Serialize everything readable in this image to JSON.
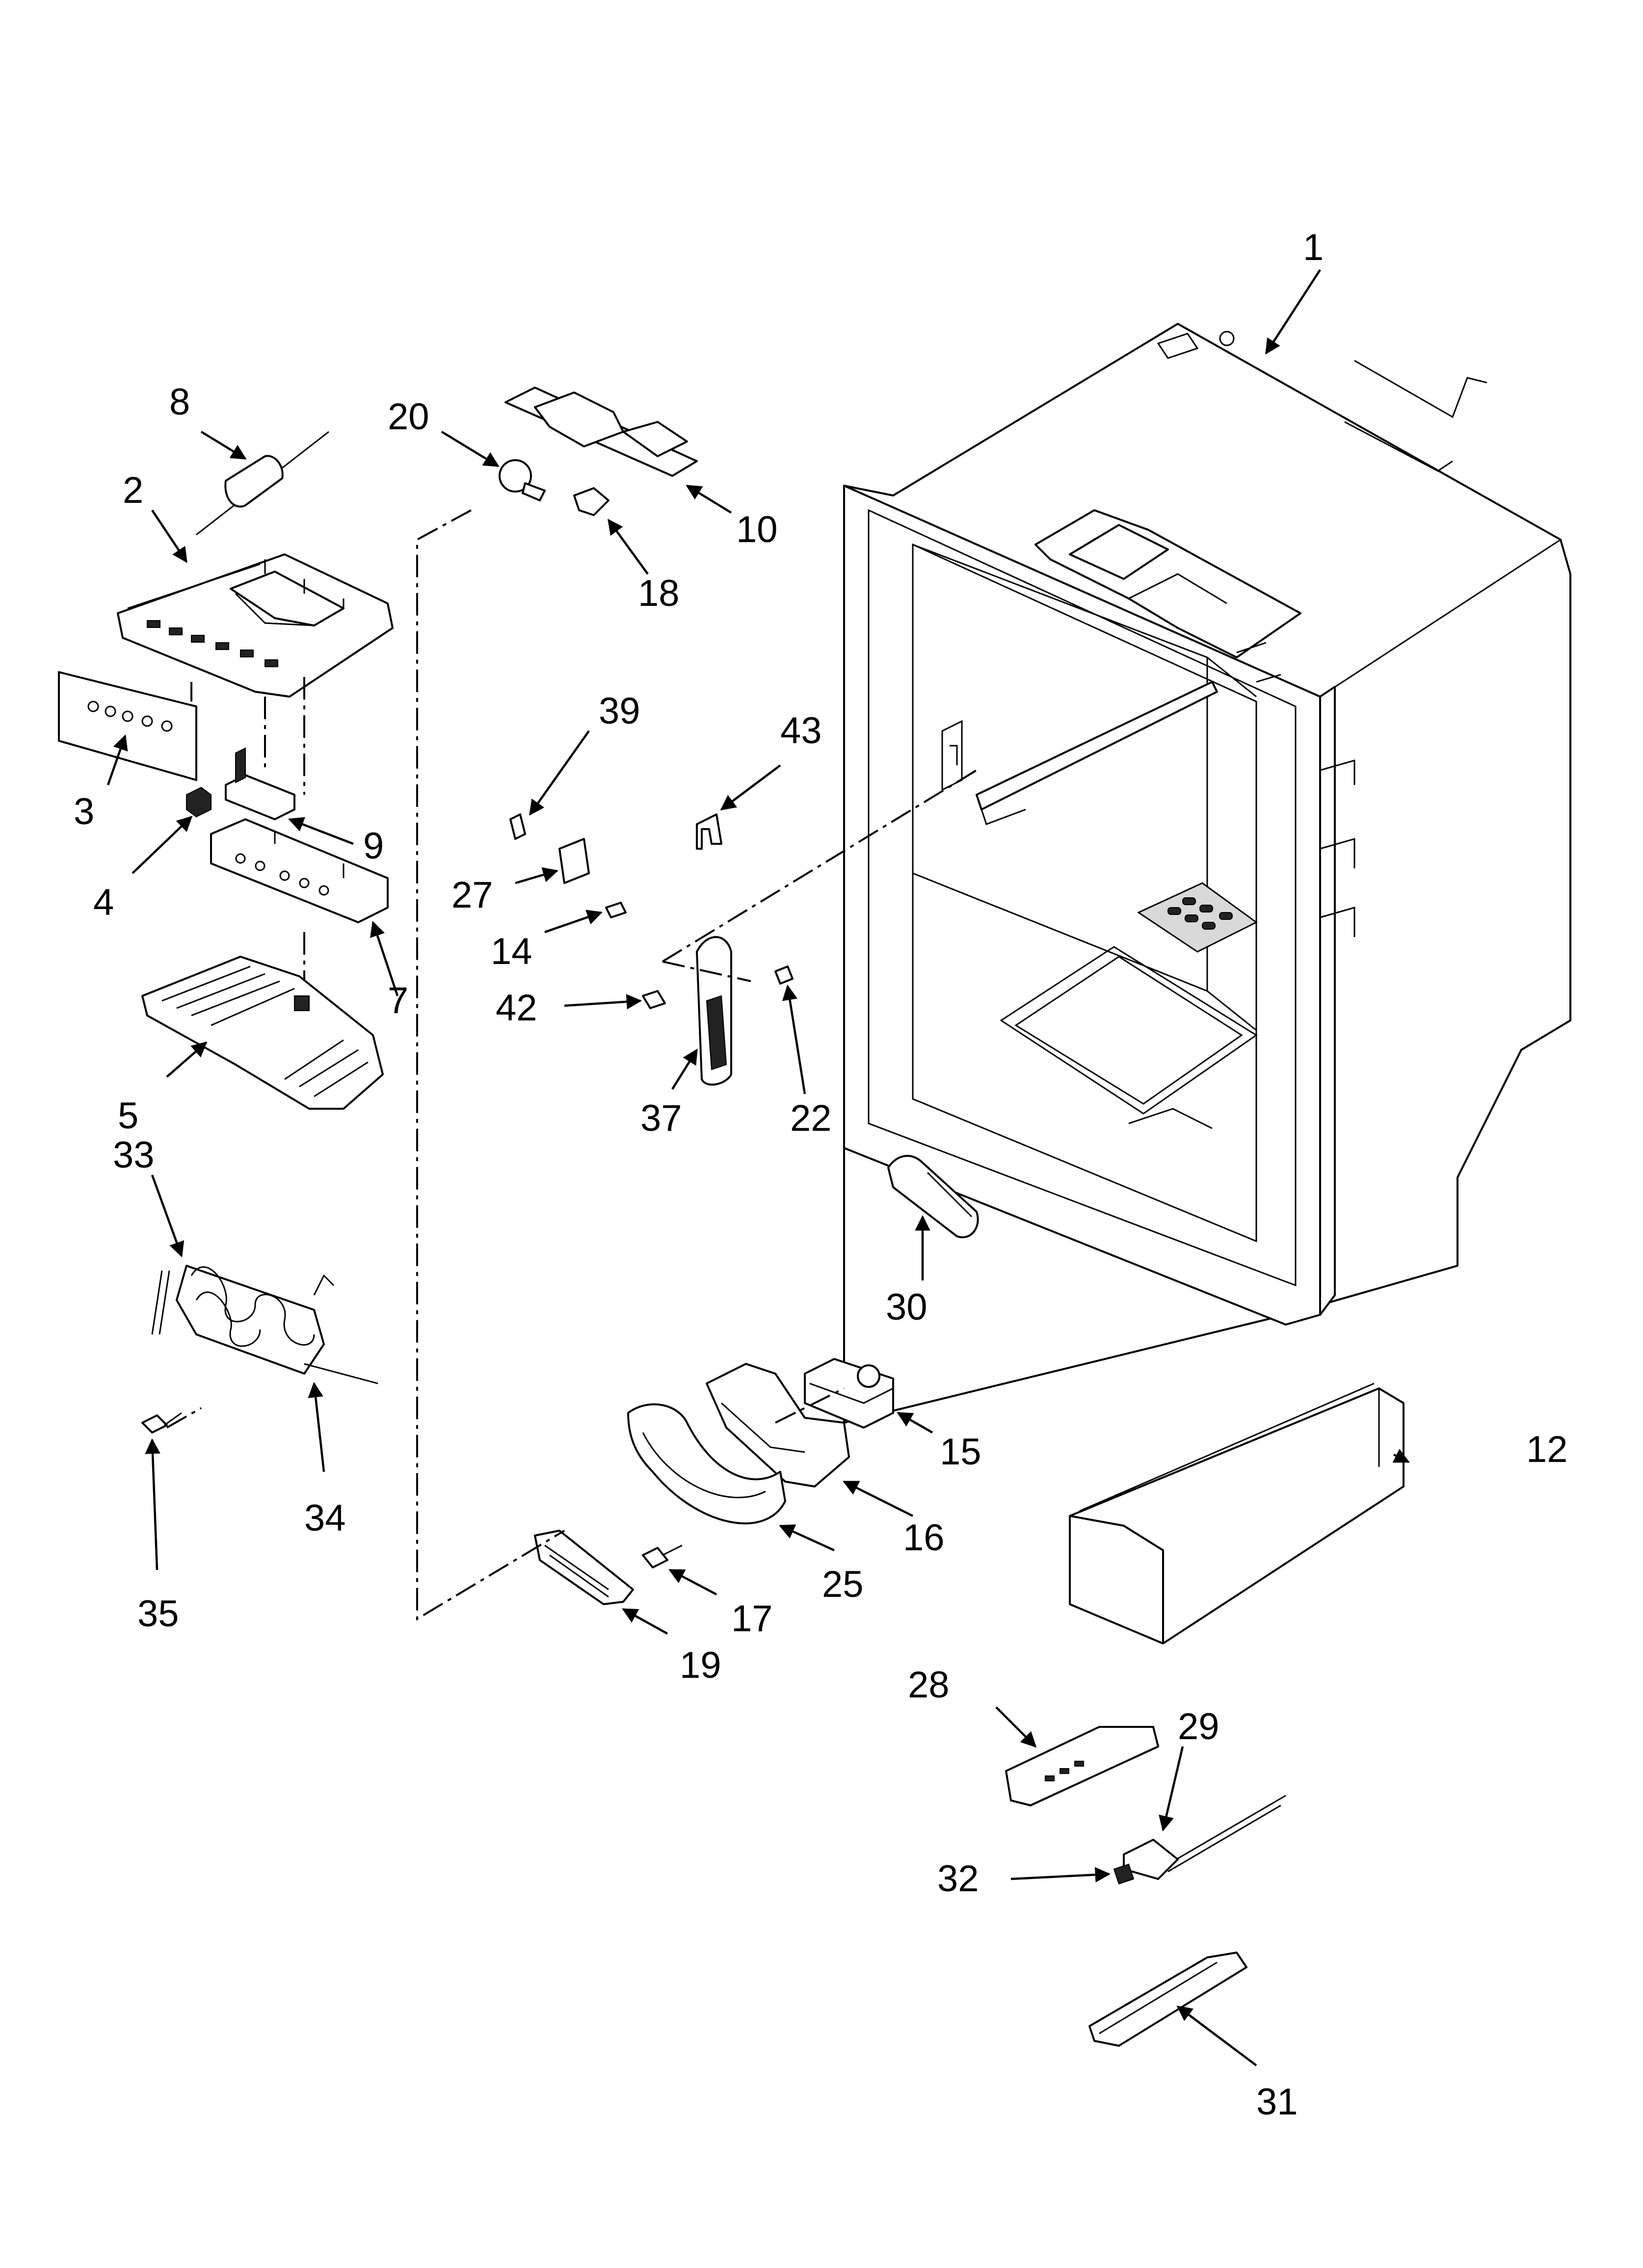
{
  "callouts": [
    {
      "id": "1",
      "label": "1"
    },
    {
      "id": "2",
      "label": "2"
    },
    {
      "id": "3",
      "label": "3"
    },
    {
      "id": "4",
      "label": "4"
    },
    {
      "id": "5",
      "label": "5"
    },
    {
      "id": "7",
      "label": "7"
    },
    {
      "id": "8",
      "label": "8"
    },
    {
      "id": "9",
      "label": "9"
    },
    {
      "id": "10",
      "label": "10"
    },
    {
      "id": "12",
      "label": "12"
    },
    {
      "id": "14",
      "label": "14"
    },
    {
      "id": "15",
      "label": "15"
    },
    {
      "id": "16",
      "label": "16"
    },
    {
      "id": "17",
      "label": "17"
    },
    {
      "id": "18",
      "label": "18"
    },
    {
      "id": "19",
      "label": "19"
    },
    {
      "id": "20",
      "label": "20"
    },
    {
      "id": "22",
      "label": "22"
    },
    {
      "id": "25",
      "label": "25"
    },
    {
      "id": "27",
      "label": "27"
    },
    {
      "id": "28",
      "label": "28"
    },
    {
      "id": "29",
      "label": "29"
    },
    {
      "id": "30",
      "label": "30"
    },
    {
      "id": "31",
      "label": "31"
    },
    {
      "id": "32",
      "label": "32"
    },
    {
      "id": "33",
      "label": "33"
    },
    {
      "id": "34",
      "label": "34"
    },
    {
      "id": "35",
      "label": "35"
    },
    {
      "id": "37",
      "label": "37"
    },
    {
      "id": "39",
      "label": "39"
    },
    {
      "id": "42",
      "label": "42"
    },
    {
      "id": "43",
      "label": "43"
    }
  ]
}
